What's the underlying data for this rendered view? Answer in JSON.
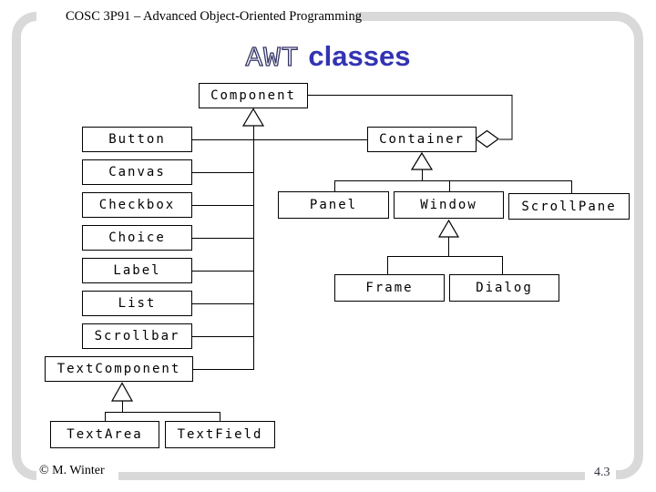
{
  "header": {
    "course_title": "COSC 3P91 – Advanced Object-Oriented Programming"
  },
  "title": {
    "keyword": "AWT",
    "suffix": "classes"
  },
  "footer": {
    "copyright": "© M. Winter",
    "page_number": "4.3"
  },
  "colors": {
    "title_blue": "#3333b3",
    "title_outline_navy": "#333366",
    "frame_gray": "#d9d9d9",
    "diagram_line": "#000000"
  },
  "diagram": {
    "nodes": {
      "component": "Component",
      "container": "Container",
      "button": "Button",
      "canvas": "Canvas",
      "checkbox": "Checkbox",
      "choice": "Choice",
      "label": "Label",
      "list": "List",
      "scrollbar": "Scrollbar",
      "textcomponent": "TextComponent",
      "panel": "Panel",
      "window": "Window",
      "scrollpane": "ScrollPane",
      "frame": "Frame",
      "dialog": "Dialog",
      "textarea": "TextArea",
      "textfield": "TextField"
    }
  }
}
